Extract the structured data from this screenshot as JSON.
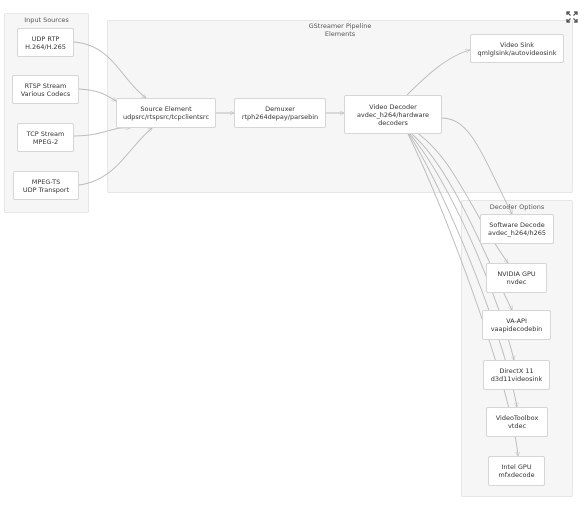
{
  "clusters": {
    "input_sources": "Input Sources",
    "pipeline": [
      "GStreamer Pipeline",
      "Elements"
    ],
    "decoder_options": "Decoder Options"
  },
  "nodes": {
    "udp_rtp": [
      "UDP RTP",
      "H.264/H.265"
    ],
    "rtsp_stream": [
      "RTSP Stream",
      "Various Codecs"
    ],
    "tcp_stream": [
      "TCP Stream",
      "MPEG-2"
    ],
    "mpeg_ts": [
      "MPEG-TS",
      "UDP Transport"
    ],
    "source_element": [
      "Source Element",
      "udpsrc/rtspsrc/tcpclientsrc"
    ],
    "demuxer": [
      "Demuxer",
      "rtph264depay/parsebin"
    ],
    "video_decoder": [
      "Video Decoder",
      "avdec_h264/hardware",
      "decoders"
    ],
    "video_sink": [
      "Video Sink",
      "qmlglsink/autovideosink"
    ],
    "software_decode": [
      "Software Decode",
      "avdec_h264/h265"
    ],
    "nvidia_gpu": [
      "NVIDIA GPU",
      "nvdec"
    ],
    "va_api": [
      "VA-API",
      "vaapidecodebin"
    ],
    "directx": [
      "DirectX 11",
      "d3d11videosink"
    ],
    "videotoolbox": [
      "VideoToolbox",
      "vtdec"
    ],
    "intel_gpu": [
      "Intel GPU",
      "mfxdecode"
    ]
  },
  "icons": {
    "expand": "fullscreen-expand-icon"
  },
  "colors": {
    "edge": "#b9b9b9",
    "cluster_bg": "#f6f6f6",
    "node_border": "#d6d6d6"
  }
}
